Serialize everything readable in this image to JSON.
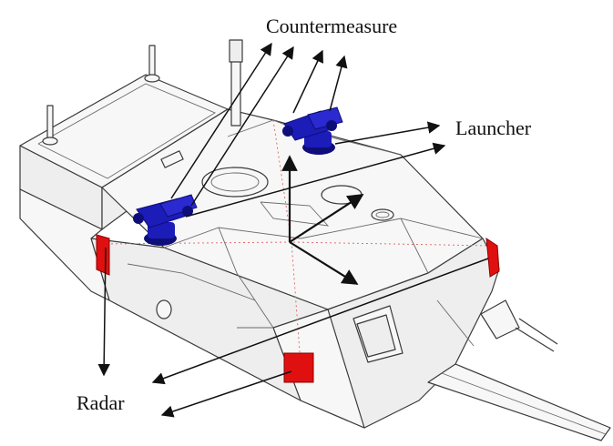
{
  "labels": {
    "countermeasure": "Countermeasure",
    "launcher": "Launcher",
    "radar": "Radar"
  },
  "colors": {
    "launcher_blue": "#1c1cb8",
    "launcher_dark": "#0e0e7a",
    "radar_red": "#e01010",
    "line": "#111111",
    "hull_edge": "#3a3a3a"
  }
}
